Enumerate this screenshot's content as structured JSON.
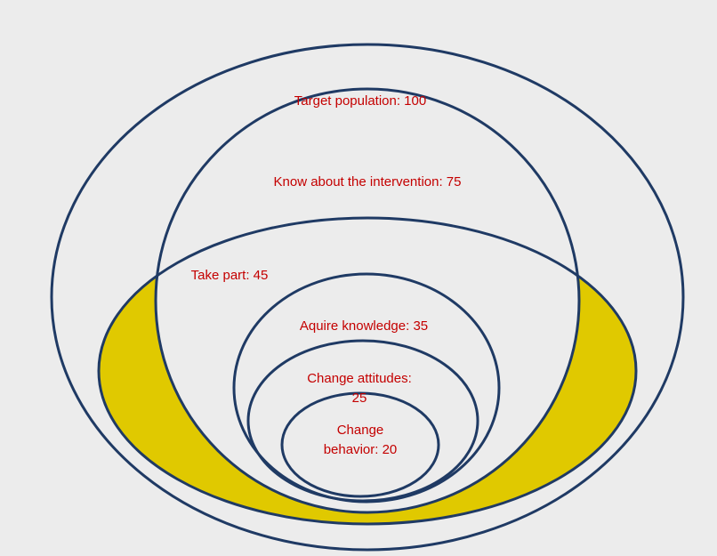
{
  "colors": {
    "background": "#ececec",
    "circle_stroke": "#1f3a64",
    "label_text": "#c40000",
    "highlight_fill": "#e0c900",
    "inner_fill": "#ececec"
  },
  "layers": [
    {
      "id": "target_population",
      "label": "Target population: 100",
      "value": 100
    },
    {
      "id": "know_intervention",
      "label": "Know about the intervention: 75",
      "value": 75
    },
    {
      "id": "take_part",
      "label": "Take part: 45",
      "value": 45
    },
    {
      "id": "acquire_knowledge",
      "label": "Aquire knowledge: 35",
      "value": 35
    },
    {
      "id": "change_attitudes",
      "label_line1": "Change attitudes:",
      "label_line2": "25",
      "value": 25
    },
    {
      "id": "change_behavior",
      "label_line1": "Change",
      "label_line2": "behavior: 20",
      "value": 20
    }
  ]
}
